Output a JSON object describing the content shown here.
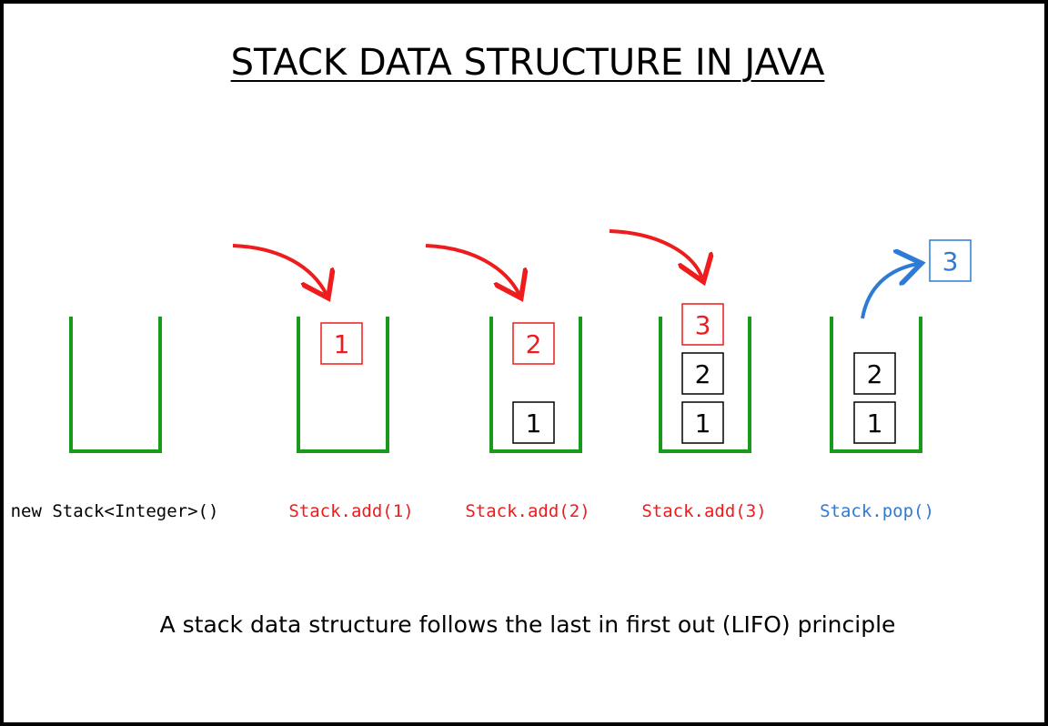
{
  "title": "STACK DATA STRUCTURE IN JAVA",
  "caption": "A stack data structure follows the last in first out (LIFO) principle",
  "colors": {
    "container": "#1a9a1a",
    "push": "#ee1c1c",
    "pop": "#2e7bd6",
    "neutral": "#000000"
  },
  "steps": [
    {
      "code": "new Stack<Integer>()",
      "kind": "neutral",
      "items": []
    },
    {
      "code": "Stack.add(1)",
      "kind": "push",
      "items": [],
      "incoming": "1"
    },
    {
      "code": "Stack.add(2)",
      "kind": "push",
      "items": [
        "1"
      ],
      "incoming": "2"
    },
    {
      "code": "Stack.add(3)",
      "kind": "push",
      "items": [
        "1",
        "2"
      ],
      "incoming": "3"
    },
    {
      "code": "Stack.pop()",
      "kind": "pop",
      "items": [
        "1",
        "2"
      ],
      "outgoing": "3"
    }
  ]
}
